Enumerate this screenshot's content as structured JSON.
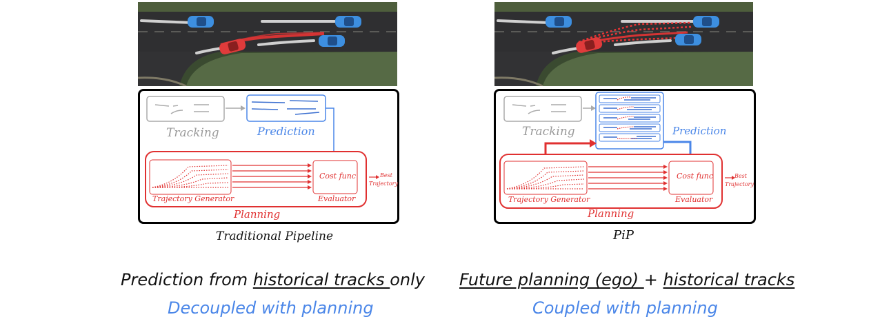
{
  "left": {
    "tracking_label": "Tracking",
    "prediction_label": "Prediction",
    "cost_func_label": "Cost func",
    "best_label_1": "Best",
    "best_label_2": "Trajectory",
    "generator_label": "Trajectory Generator",
    "evaluator_label": "Evaluator",
    "planning_label": "Planning",
    "caption": "Traditional Pipeline",
    "line1_part1": "Prediction from ",
    "line1_underlined": "historical tracks ",
    "line1_part2": "only",
    "line2": "Decoupled with planning"
  },
  "right": {
    "tracking_label": "Tracking",
    "prediction_label": "Prediction",
    "cost_func_label": "Cost func",
    "best_label_1": "Best",
    "best_label_2": "Trajectory",
    "generator_label": "Trajectory Generator",
    "evaluator_label": "Evaluator",
    "planning_label": "Planning",
    "caption": "PiP",
    "line1_underlined_a": "Future planning (ego) ",
    "line1_plus": "+ ",
    "line1_underlined_b": "historical tracks",
    "line2": "Coupled with planning"
  },
  "colors": {
    "prediction_blue": "#4a86e8",
    "planning_red": "#e03030",
    "tracking_gray": "#9a9a9a",
    "ego_car_red": "#e03b3b",
    "other_car_blue": "#3d8fe0"
  }
}
